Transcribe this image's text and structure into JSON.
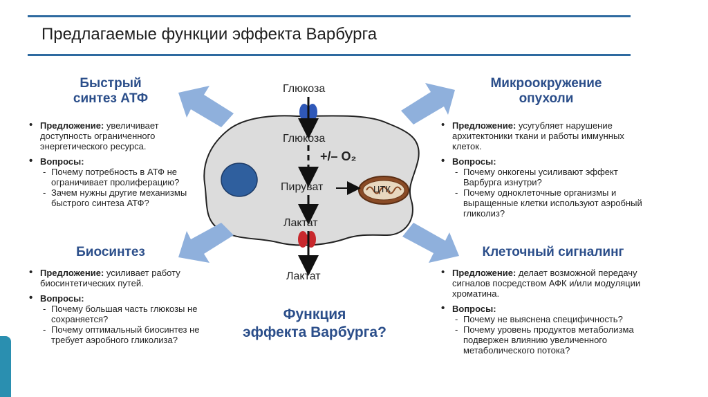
{
  "title": "Предлагаемые функции эффекта Варбурга",
  "center": {
    "glucose_out": "Глюкоза",
    "glucose_in": "Глюкоза",
    "oxygen": "+/– O₂",
    "pyruvate": "Пируват",
    "tca": "ЦТК",
    "lactate_in": "Лактат",
    "lactate_out": "Лактат",
    "question_line1": "Функция",
    "question_line2": "эффекта Варбурга?"
  },
  "panels": {
    "atp": {
      "heading_line1": "Быстрый",
      "heading_line2": "синтез АТФ",
      "proposal_label": "Предложение:",
      "proposal_text": " увеличивает доступность ограниченного энергетического ресурса.",
      "questions_label": "Вопросы:",
      "questions": [
        "Почему потребность в АТФ не ограничивает пролиферацию?",
        "Зачем нужны другие механизмы быстрого синтеза АТФ?"
      ]
    },
    "biosynthesis": {
      "heading": "Биосинтез",
      "proposal_label": "Предложение:",
      "proposal_text": " усиливает работу биосинтетических путей.",
      "questions_label": "Вопросы:",
      "questions": [
        "Почему большая часть глюкозы не сохраняется?",
        "Почему оптимальный биосинтез не требует аэробного гликолиза?"
      ]
    },
    "microenvironment": {
      "heading_line1": "Микроокружение",
      "heading_line2": "опухоли",
      "proposal_label": "Предложение:",
      "proposal_text": " усугубляет нарушение архитектоники ткани и работы иммунных клеток.",
      "questions_label": "Вопросы:",
      "questions": [
        "Почему онкогены усиливают эффект Варбурга изнутри?",
        "Почему одноклеточные организмы и выращенные клетки используют аэробный гликолиз?"
      ]
    },
    "signaling": {
      "heading": "Клеточный сигналинг",
      "proposal_label": "Предложение:",
      "proposal_text": " делает возможной передачу сигналов посредством АФК и/или модуляции хроматина.",
      "questions_label": "Вопросы:",
      "questions": [
        "Почему не выяснена специфичность?",
        "Почему уровень продуктов метаболизма подвержен влиянию увеличенного метаболического потока?"
      ]
    }
  },
  "colors": {
    "heading": "#2b4e8a",
    "rule": "#2e6aa0",
    "arrow": "#8fb0dc",
    "cell": "#dcdcdc",
    "nucleus": "#2f5f9e",
    "glucose_transporter": "#2f58b8",
    "lactate_transporter": "#c8282d",
    "mitochondrion": "#8a4b26"
  }
}
